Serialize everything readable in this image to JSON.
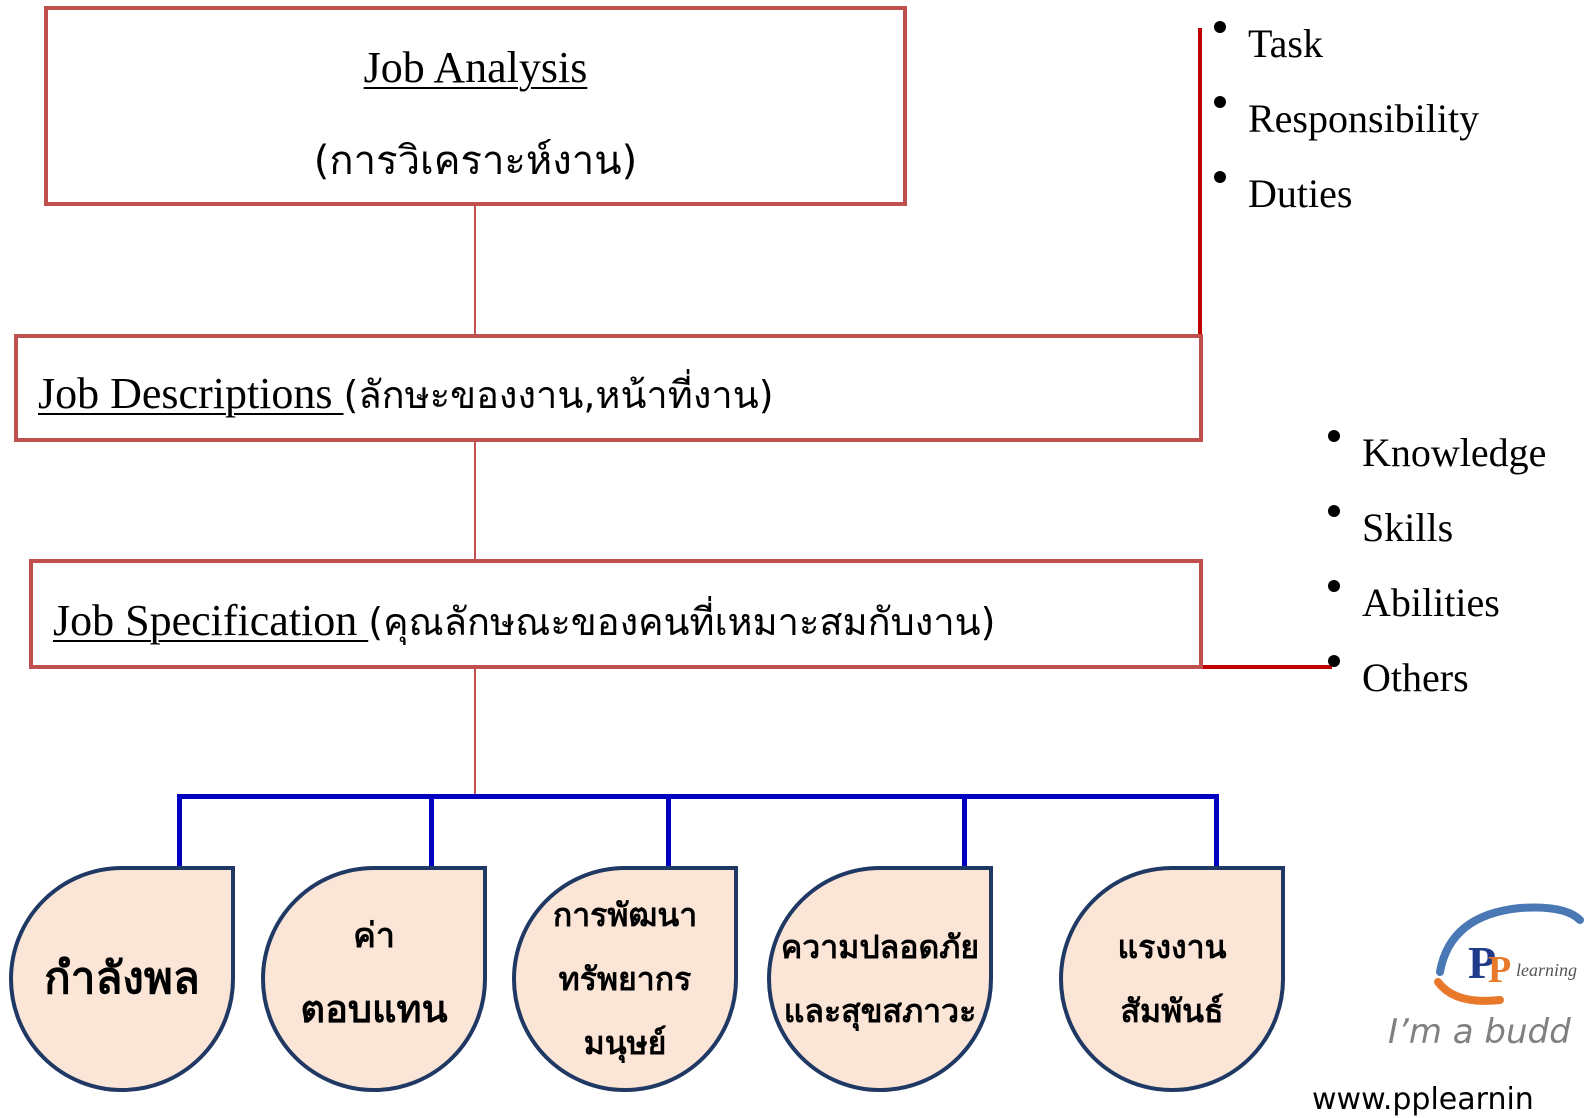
{
  "job_analysis": {
    "title": "Job Analysis",
    "subtitle": "(การวิเคราะห์งาน)"
  },
  "job_descriptions": {
    "title": "Job Descriptions ",
    "detail": "(ลักษะของงาน,หน้าที่งาน)"
  },
  "job_specification": {
    "title": "Job Specification ",
    "detail": "(คุณลักษณะของคนที่เหมาะสมกับงาน)"
  },
  "description_items": [
    "Task",
    "Responsibility",
    "Duties"
  ],
  "specification_items": [
    "Knowledge",
    "Skills",
    "Abilities",
    "Others"
  ],
  "outcomes": [
    [
      "กำลังพล"
    ],
    [
      "ค่า",
      "ตอบแทน"
    ],
    [
      "การพัฒนา",
      "ทรัพยากร",
      "มนุษย์"
    ],
    [
      "ความปลอดภัย",
      "และสุขสภาวะ"
    ],
    [
      "แรงงาน",
      "สัมพันธ์"
    ]
  ],
  "branding": {
    "logo_text": "learning",
    "slogan": "I’m a budd",
    "url": "www.pplearnin"
  },
  "colors": {
    "box_border": "#c0504d",
    "bracket": "#c00000",
    "tree": "#0000c0",
    "drop_fill": "#fbe5d6",
    "drop_border": "#1f3864"
  }
}
